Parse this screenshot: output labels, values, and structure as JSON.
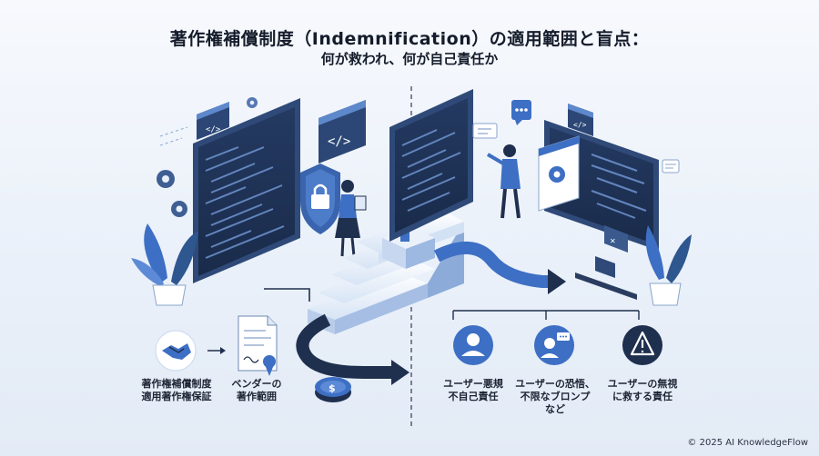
{
  "header": {
    "title": "著作権補償制度（Indemnification）の適用範囲と盲点：",
    "subtitle": "何が救われ、何が自己責任か"
  },
  "left_flow": {
    "step1_label_line1": "著作権補償制度",
    "step1_label_line2": "適用著作権保証",
    "step2_label_line1": "ベンダーの",
    "step2_label_line2": "著作範囲"
  },
  "right_items": [
    {
      "line1": "ユーザー悪規",
      "line2": "不自己責任",
      "line3": "",
      "icon": "user-icon"
    },
    {
      "line1": "ユーザーの恐悟、",
      "line2": "不限なブロンプ",
      "line3": "など",
      "icon": "user-chat-icon"
    },
    {
      "line1": "ユーザーの無視",
      "line2": "に救する責任",
      "line3": "",
      "icon": "warning-icon"
    }
  ],
  "code_tags": [
    "</>",
    "</>",
    "</>"
  ],
  "colors": {
    "navy": "#1f2f4e",
    "blue": "#3d6fc4",
    "light_blue": "#c9dbf3",
    "accent": "#4a7fd6"
  },
  "footer": {
    "copyright": "© 2025 AI KnowledgeFlow"
  }
}
